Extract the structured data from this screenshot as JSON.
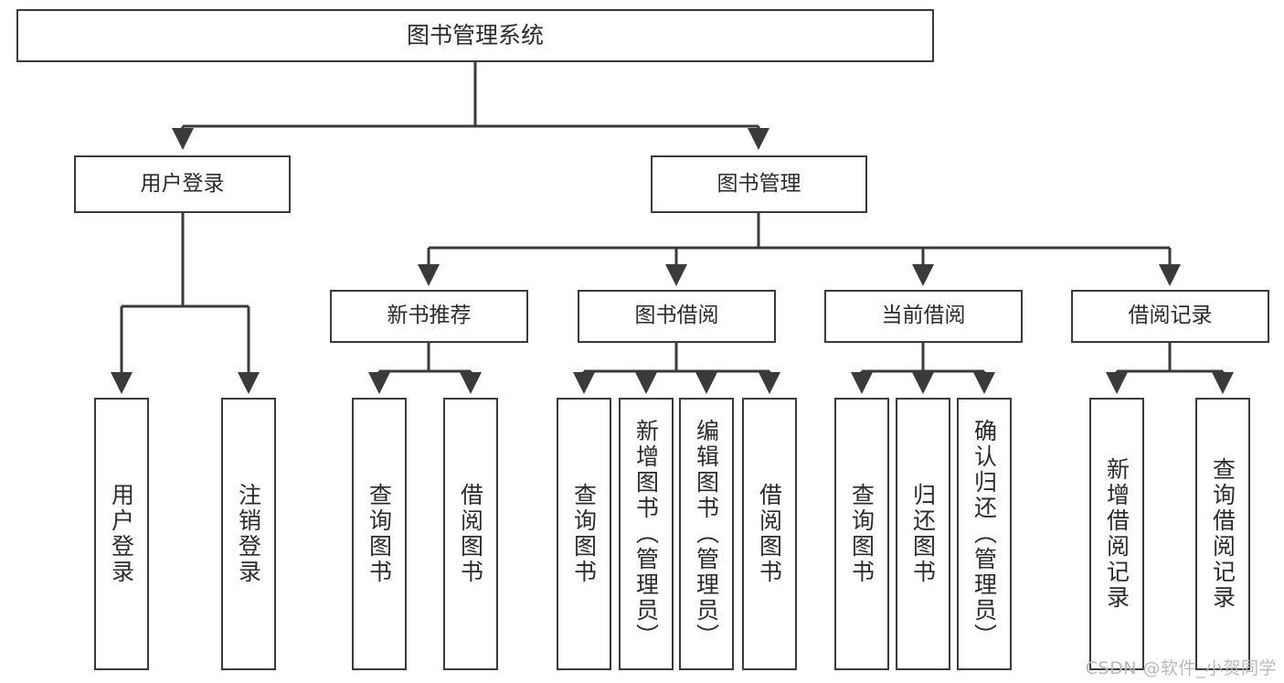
{
  "diagram": {
    "title": "图书管理系统",
    "watermark": "CSDN @软件_小贺同学",
    "stroke_color": "#3a3a3a",
    "text_color": "#2b2b2b",
    "background_color": "#ffffff",
    "nodes": {
      "root": {
        "label": "图书管理系统"
      },
      "level2": [
        {
          "label": "用户登录"
        },
        {
          "label": "图书管理"
        }
      ],
      "level3": [
        {
          "label": "新书推荐"
        },
        {
          "label": "图书借阅"
        },
        {
          "label": "当前借阅"
        },
        {
          "label": "借阅记录"
        }
      ],
      "leaves": {
        "user_login": [
          {
            "label": "用户登录"
          },
          {
            "label": "注销登录"
          }
        ],
        "new_book": [
          {
            "label": "查询图书"
          },
          {
            "label": "借阅图书"
          }
        ],
        "book_borrow": [
          {
            "label": "查询图书"
          },
          {
            "label": "新增图书（管理员）"
          },
          {
            "label": "编辑图书（管理员）"
          },
          {
            "label": "借阅图书"
          }
        ],
        "current_borrow": [
          {
            "label": "查询图书"
          },
          {
            "label": "归还图书"
          },
          {
            "label": "确认归还（管理员）"
          }
        ],
        "borrow_record": [
          {
            "label": "新增借阅记录"
          },
          {
            "label": "查询借阅记录"
          }
        ]
      }
    }
  }
}
